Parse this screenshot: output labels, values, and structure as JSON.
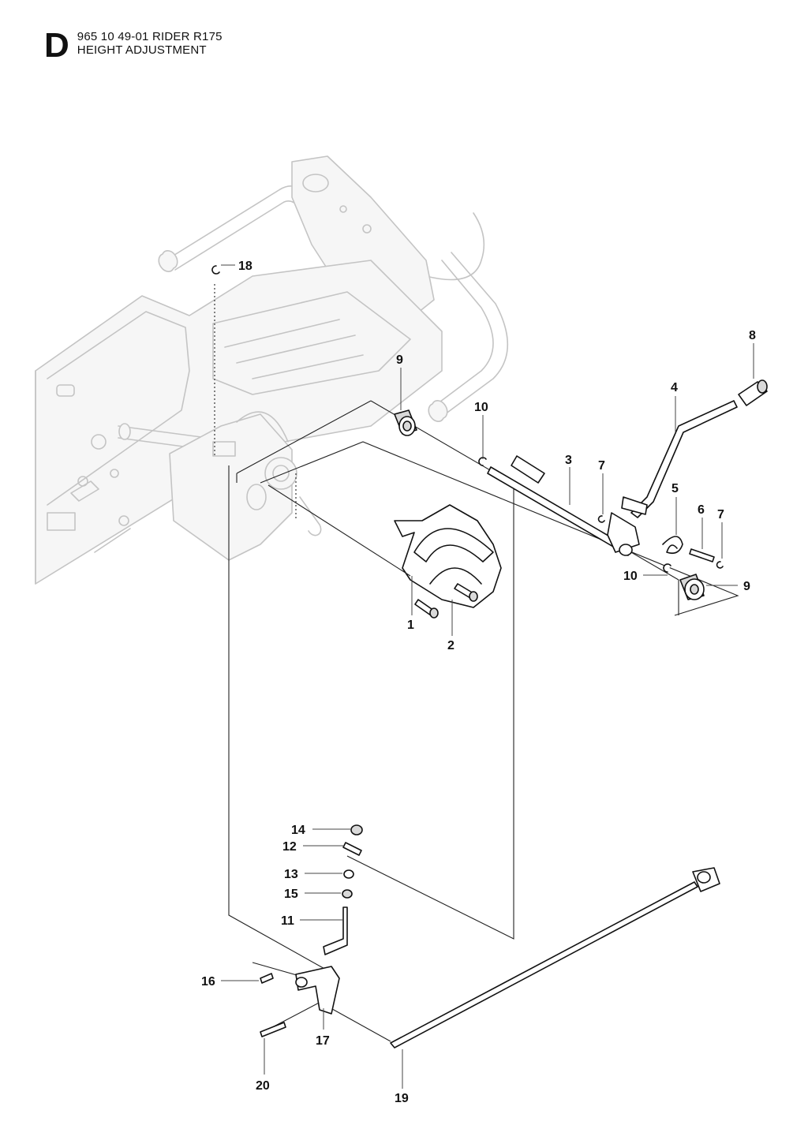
{
  "header": {
    "section_letter": "D",
    "part_number_line": "965 10 49-01 RIDER R175",
    "title_line": "HEIGHT ADJUSTMENT"
  },
  "callouts": {
    "c1": "1",
    "c2": "2",
    "c3": "3",
    "c4": "4",
    "c5": "5",
    "c6": "6",
    "c7a": "7",
    "c7b": "7",
    "c8": "8",
    "c9a": "9",
    "c9b": "9",
    "c10a": "10",
    "c10b": "10",
    "c11": "11",
    "c12": "12",
    "c13": "13",
    "c14": "14",
    "c15": "15",
    "c16": "16",
    "c17": "17",
    "c18": "18",
    "c19": "19",
    "c20": "20"
  }
}
